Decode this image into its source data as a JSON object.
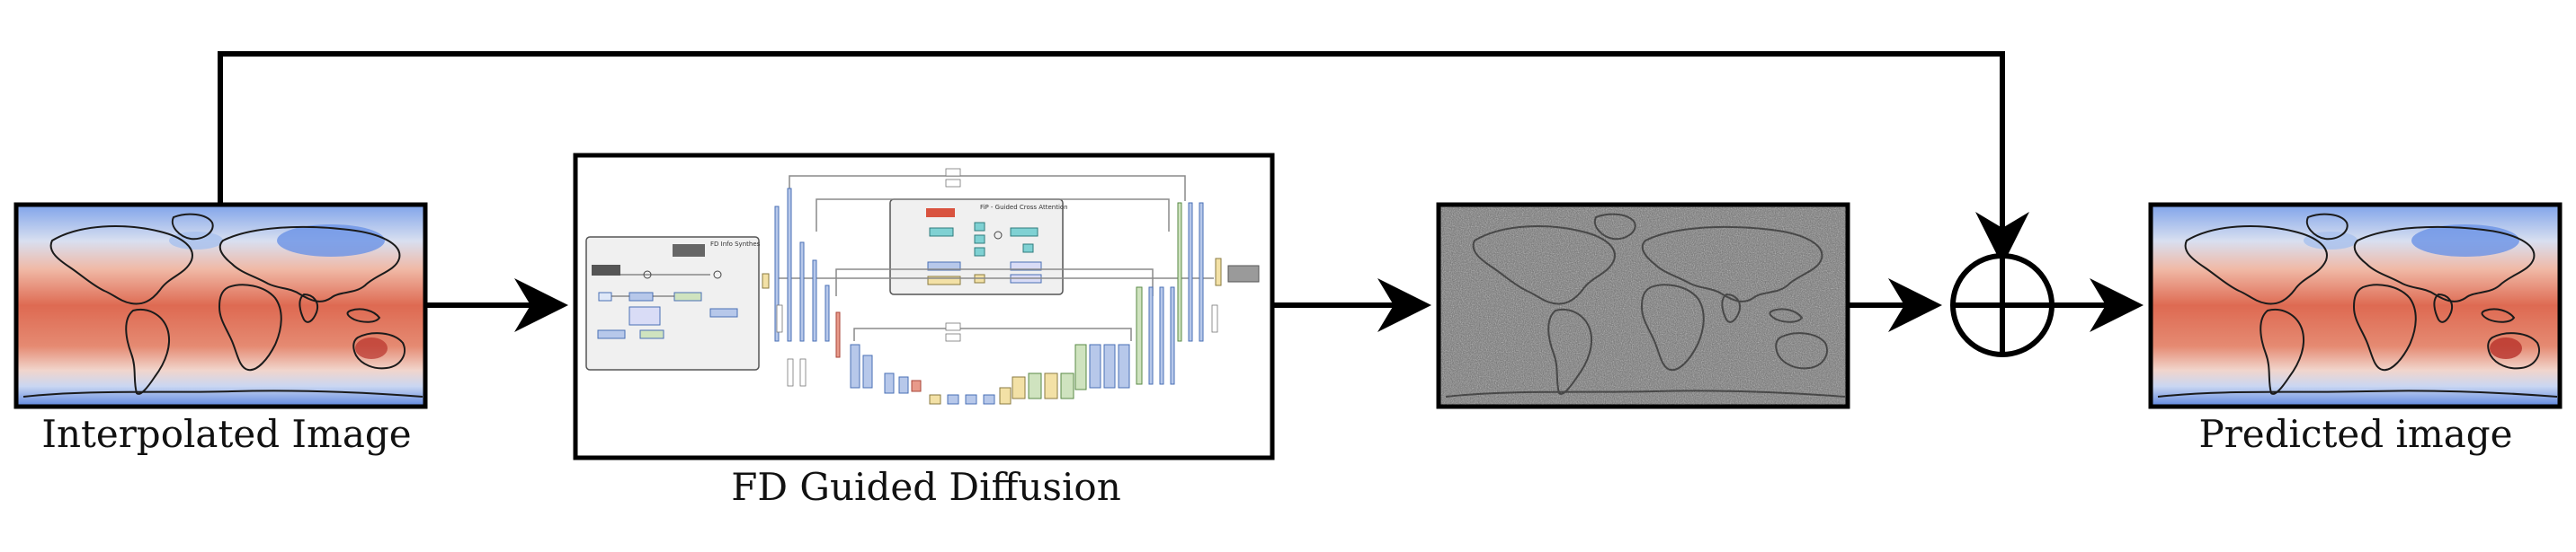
{
  "labels": {
    "input": "Interpolated Image",
    "model": "FD Guided Diffusion",
    "output": "Predicted image"
  },
  "model_inner_labels": {
    "left_panel_title": "FD Info Synthes",
    "right_panel_title": "FiP - Guided Cross Attention"
  },
  "colors": {
    "arrow": "#000000",
    "map_warm": "#d9533f",
    "map_cold": "#4a78d6",
    "noise_bg": "#6d6d6d",
    "panel_bg": "#f0f0f0",
    "block_blue": "#b7c8ea",
    "block_green": "#cfe3bf",
    "block_yellow": "#f3e1a6",
    "block_red": "#e89a8a",
    "block_teal": "#7fd1d3"
  },
  "icons": {
    "sum_node": "circle-plus-icon"
  }
}
